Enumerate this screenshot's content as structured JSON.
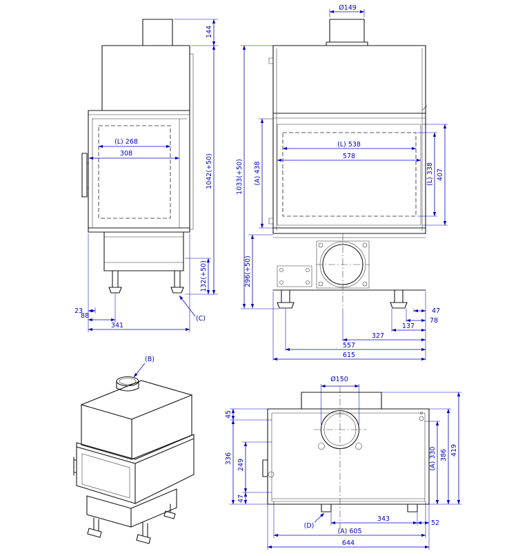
{
  "colors": {
    "dimension": "#0000c2",
    "edge": "#161616",
    "background": "#ffffff"
  },
  "views": {
    "side": {
      "title": "side-elevation",
      "dims": {
        "flue_stub_height": "144",
        "total_height": "1042(+50)",
        "base_height": "132(+50)",
        "glass_light_depth": "(L) 268",
        "glass_depth": "308",
        "front_to_foot_edge": "23",
        "front_to_foot_center": "88",
        "total_depth": "341",
        "ref_c": "(C)"
      }
    },
    "front": {
      "title": "front-elevation",
      "dims": {
        "flue_diameter": "Ø149",
        "total_height": "1033(+50)",
        "firebox_height": "(A) 438",
        "base_height": "296(+50)",
        "glass_light_width": "(L) 538",
        "glass_width": "578",
        "glass_light_height": "(L) 338",
        "glass_height": "407",
        "edge_to_foot": "47",
        "edge_to_foot_center": "78",
        "edge_to_foot_inner": "137",
        "center_to_edge": "327",
        "foot_span": "557",
        "total_width": "615"
      }
    },
    "iso": {
      "title": "isometric",
      "ref_b": "(B)"
    },
    "top": {
      "title": "plan",
      "dims": {
        "flue_diameter": "Ø150",
        "rear_offset": "45",
        "body_depth_front": "336",
        "depth_mid": "249",
        "front_strip": "47",
        "ref_d": "(D)",
        "bracket_span": "343",
        "bracket_to_edge": "52",
        "width_a": "(A) 605",
        "total_width": "644",
        "depth_a": "(A) 330",
        "body_depth": "386",
        "total_depth": "419"
      }
    }
  }
}
